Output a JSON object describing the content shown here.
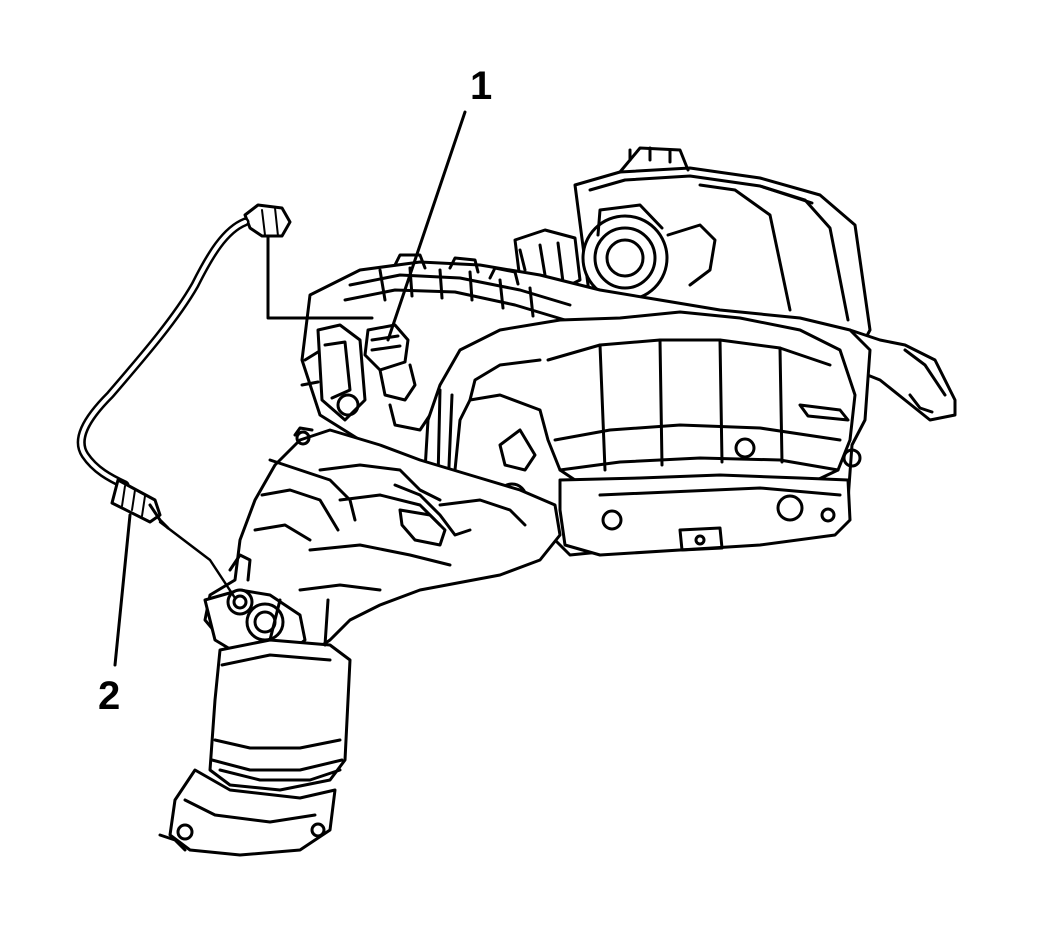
{
  "diagram": {
    "callouts": [
      {
        "id": "1",
        "label": "1"
      },
      {
        "id": "2",
        "label": "2"
      }
    ],
    "colors": {
      "line": "#000000",
      "fill": "#ffffff"
    }
  }
}
